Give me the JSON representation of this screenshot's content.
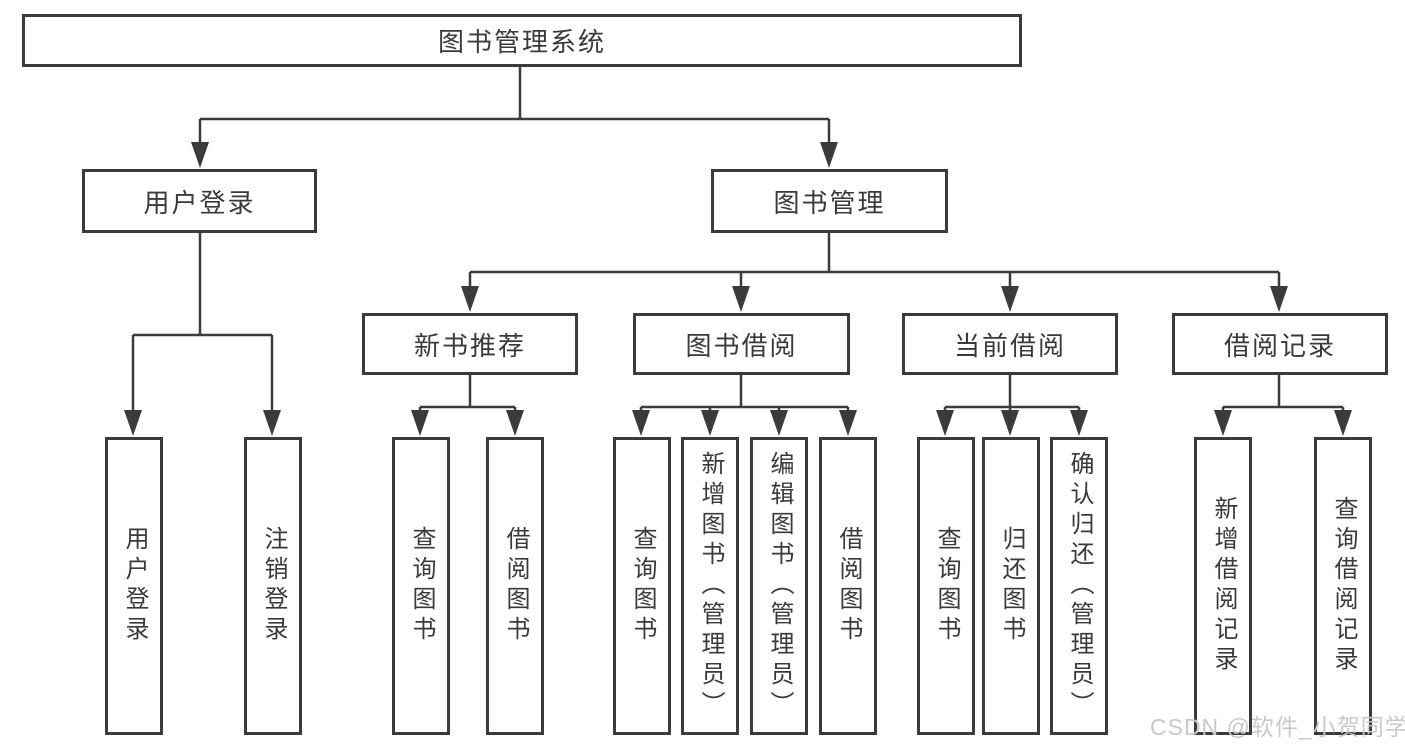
{
  "diagram_title": "图书管理系统",
  "nodes": {
    "root": {
      "label": "图书管理系统"
    },
    "user_login": {
      "label": "用户登录"
    },
    "book_mgmt": {
      "label": "图书管理"
    },
    "new_book_rec": {
      "label": "新书推荐"
    },
    "book_borrow": {
      "label": "图书借阅"
    },
    "current_borrow": {
      "label": "当前借阅"
    },
    "borrow_records": {
      "label": "借阅记录"
    },
    "leaf_user_login": {
      "label": "用户登录"
    },
    "leaf_logout": {
      "label": "注销登录"
    },
    "leaf_query_book_1": {
      "label": "查询图书"
    },
    "leaf_borrow_book_1": {
      "label": "借阅图书"
    },
    "leaf_query_book_2": {
      "label": "查询图书"
    },
    "leaf_add_book": {
      "label": "新增图书（管理员）"
    },
    "leaf_edit_book": {
      "label": "编辑图书（管理员）"
    },
    "leaf_borrow_book_2": {
      "label": "借阅图书"
    },
    "leaf_query_book_3": {
      "label": "查询图书"
    },
    "leaf_return_book": {
      "label": "归还图书"
    },
    "leaf_confirm_return": {
      "label": "确认归还（管理员）"
    },
    "leaf_add_record": {
      "label": "新增借阅记录"
    },
    "leaf_query_record": {
      "label": "查询借阅记录"
    }
  },
  "hierarchy": {
    "图书管理系统": {
      "用户登录": [
        "用户登录",
        "注销登录"
      ],
      "图书管理": {
        "新书推荐": [
          "查询图书",
          "借阅图书"
        ],
        "图书借阅": [
          "查询图书",
          "新增图书（管理员）",
          "编辑图书（管理员）",
          "借阅图书"
        ],
        "当前借阅": [
          "查询图书",
          "归还图书",
          "确认归还（管理员）"
        ],
        "借阅记录": [
          "新增借阅记录",
          "查询借阅记录"
        ]
      }
    }
  },
  "watermark": "CSDN @软件_小贺同学",
  "colors": {
    "line": "#3b3b3b",
    "box_border": "#3b3b3b",
    "text": "#3a3a3a",
    "watermark": "#c9c9c9",
    "background": "#ffffff"
  }
}
